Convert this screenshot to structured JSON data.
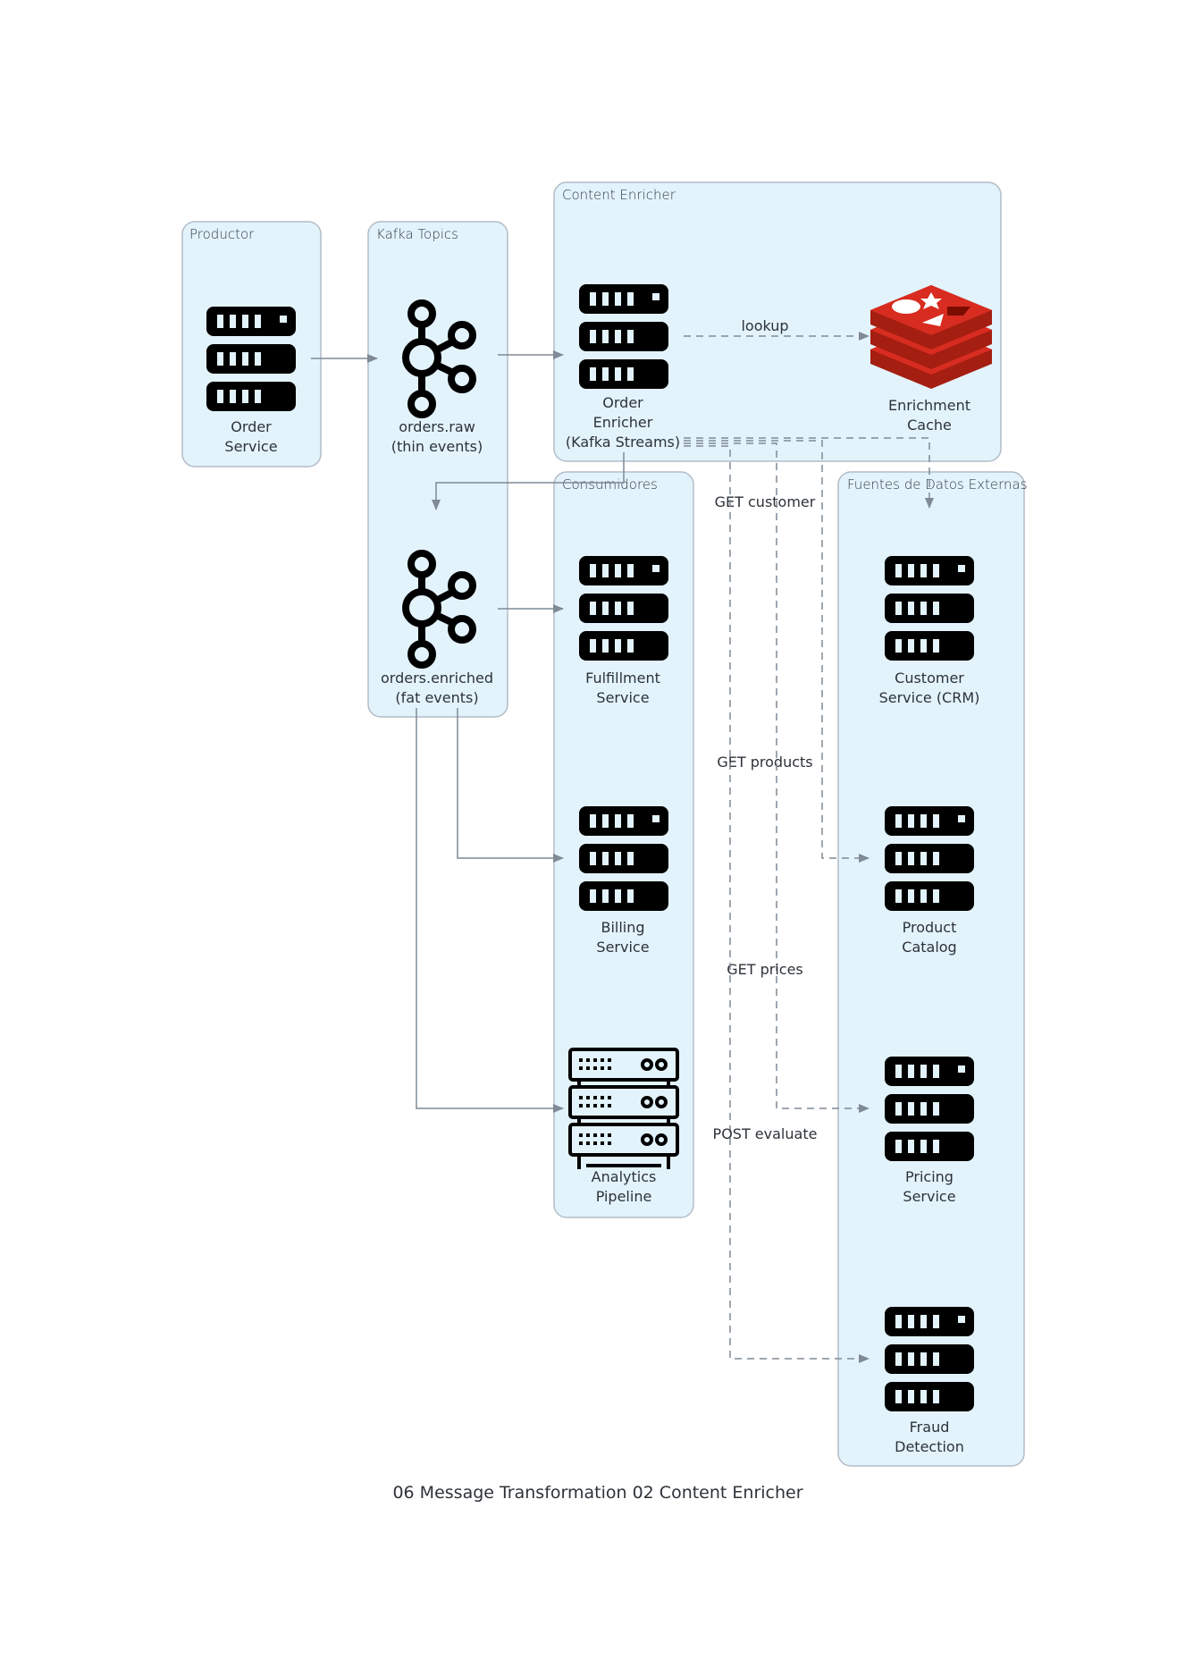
{
  "title": "06 Message Transformation 02 Content Enricher",
  "clusters": {
    "productor": "Productor",
    "kafka_topics": "Kafka Topics",
    "content_enricher": "Content Enricher",
    "consumidores": "Consumidores",
    "fuentes": "Fuentes de Datos Externas"
  },
  "nodes": {
    "order_service": {
      "line1": "Order",
      "line2": "Service",
      "icon": "server-icon"
    },
    "orders_raw": {
      "line1": "orders.raw",
      "line2": "(thin events)",
      "icon": "kafka-icon"
    },
    "order_enricher": {
      "line1": "Order",
      "line2": "Enricher",
      "line3": "(Kafka Streams)",
      "icon": "server-icon"
    },
    "enrichment_cache": {
      "line1": "Enrichment",
      "line2": "Cache",
      "icon": "redis-icon"
    },
    "orders_enriched": {
      "line1": "orders.enriched",
      "line2": "(fat events)",
      "icon": "kafka-icon"
    },
    "fulfillment": {
      "line1": "Fulfillment",
      "line2": "Service",
      "icon": "server-icon"
    },
    "billing": {
      "line1": "Billing",
      "line2": "Service",
      "icon": "server-icon"
    },
    "analytics": {
      "line1": "Analytics",
      "line2": "Pipeline",
      "icon": "server-rack-icon"
    },
    "customer": {
      "line1": "Customer",
      "line2": "Service (CRM)",
      "icon": "server-icon"
    },
    "product": {
      "line1": "Product",
      "line2": "Catalog",
      "icon": "server-icon"
    },
    "pricing": {
      "line1": "Pricing",
      "line2": "Service",
      "icon": "server-icon"
    },
    "fraud": {
      "line1": "Fraud",
      "line2": "Detection",
      "icon": "server-icon"
    }
  },
  "edges": {
    "lookup": "lookup",
    "get_customer": "GET customer",
    "get_products": "GET products",
    "get_prices": "GET prices",
    "post_evaluate": "POST evaluate"
  },
  "colors": {
    "cluster_fill": "#e3f3fc",
    "cluster_stroke": "#b3bcc6",
    "edge": "#7f8a96",
    "redis_red": "#d82c20"
  }
}
